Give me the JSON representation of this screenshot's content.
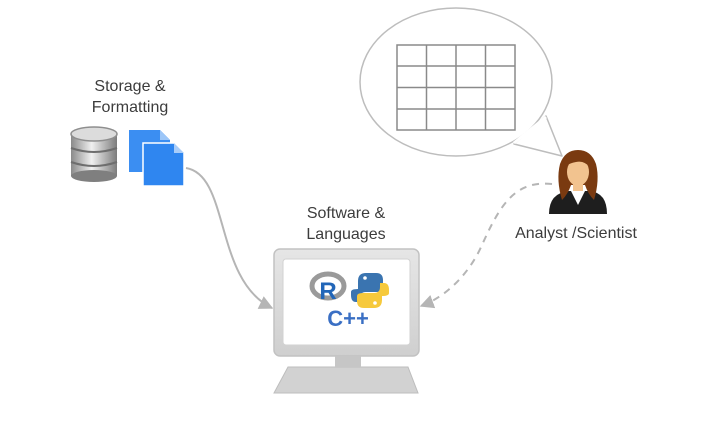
{
  "labels": {
    "storage_line1": "Storage &",
    "storage_line2": "Formatting",
    "software_line1": "Software &",
    "software_line2": "Languages",
    "analyst": "Analyst /Scientist",
    "cpp": "C++",
    "r_logo": "R"
  },
  "icons": {
    "database": "database-icon",
    "files": "documents-icon",
    "computer": "computer-monitor-icon",
    "r": "r-language-logo",
    "python": "python-logo",
    "person": "female-user-icon",
    "table": "data-table-icon"
  },
  "colors": {
    "file_blue": "#2f86f0",
    "cpp_blue": "#3a6fc4",
    "r_blue": "#2266b8",
    "python_blue": "#3a74b0",
    "python_yellow": "#f6c93c",
    "hair": "#7a3a10",
    "skin": "#f2c38f",
    "suit": "#1e1e1e",
    "connector": "#b5b5b5"
  }
}
